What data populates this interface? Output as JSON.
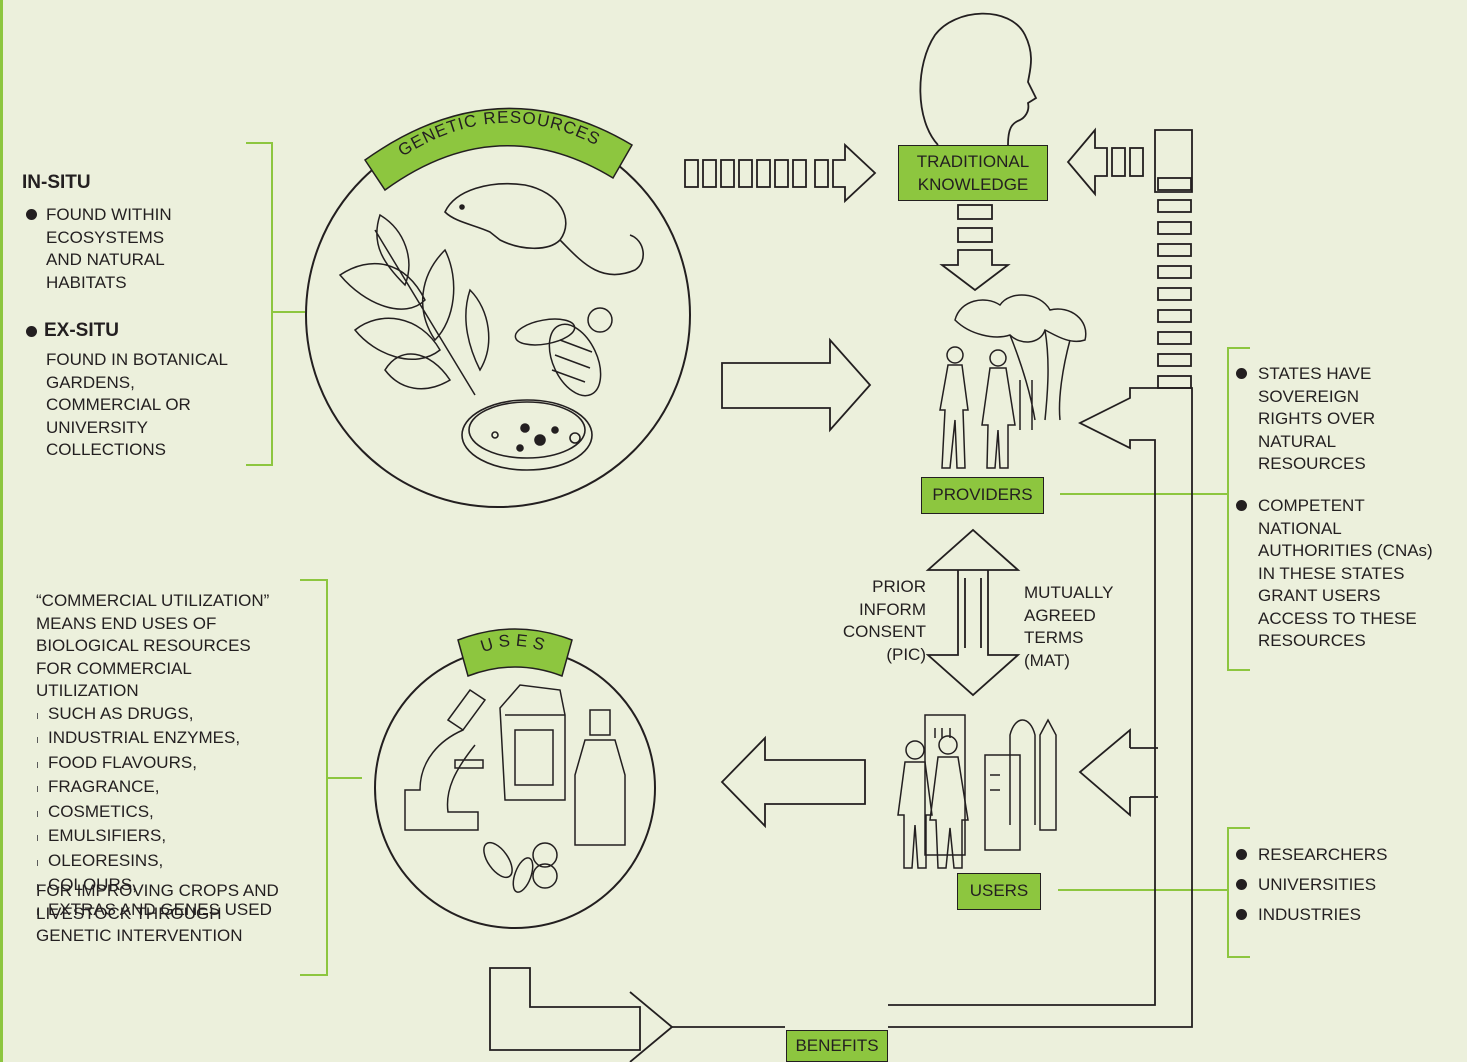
{
  "colors": {
    "background": "#ecf0dc",
    "accent": "#8dc63f",
    "ink": "#231f20"
  },
  "icons": [
    "mouse-icon",
    "leaf-icon",
    "bee-icon",
    "petri-dish-icon",
    "head-icon",
    "trees-icon",
    "people-icon",
    "microscope-icon",
    "carton-icon",
    "spray-bottle-icon",
    "pills-icon",
    "city-icon",
    "users-people-icon"
  ],
  "genetic_resources": {
    "label": "GENETIC RESOURCES"
  },
  "uses": {
    "label": "USES"
  },
  "traditional_knowledge": {
    "line1": "TRADITIONAL",
    "line2": "KNOWLEDGE"
  },
  "providers": {
    "label": "PROVIDERS"
  },
  "users": {
    "label": "USERS"
  },
  "benefits": {
    "label": "BENEFITS"
  },
  "in_situ": {
    "title": "IN-SITU",
    "lines": [
      "FOUND WITHIN",
      "ECOSYSTEMS",
      "AND NATURAL",
      "HABITATS"
    ]
  },
  "ex_situ": {
    "title": "EX-SITU",
    "lines": [
      "FOUND IN BOTANICAL",
      "GARDENS,",
      "COMMERCIAL OR",
      "UNIVERSITY",
      "COLLECTIONS"
    ]
  },
  "pic": {
    "lines": [
      "PRIOR",
      "INFORM",
      "CONSENT",
      "(PIC)"
    ]
  },
  "mat": {
    "lines": [
      "MUTUALLY",
      "AGREED",
      "TERMS",
      "(MAT)"
    ]
  },
  "providers_notes": [
    {
      "lines": [
        "STATES HAVE",
        "SOVEREIGN",
        "RIGHTS OVER",
        "NATURAL",
        "RESOURCES"
      ]
    },
    {
      "lines": [
        "COMPETENT",
        "NATIONAL",
        "AUTHORITIES (CNAs)",
        "IN THESE STATES",
        "GRANT USERS",
        "ACCESS TO THESE",
        "RESOURCES"
      ]
    }
  ],
  "users_notes": [
    "RESEARCHERS",
    "UNIVERSITIES",
    "INDUSTRIES"
  ],
  "commercial": {
    "intro": [
      "“COMMERCIAL UTILIZATION”",
      "MEANS END USES OF",
      "BIOLOGICAL RESOURCES",
      "FOR COMMERCIAL",
      "UTILIZATION"
    ],
    "items": [
      "SUCH AS DRUGS,",
      "INDUSTRIAL ENZYMES,",
      "FOOD FLAVOURS,",
      "FRAGRANCE,",
      "COSMETICS,",
      "EMULSIFIERS,",
      "OLEORESINS,",
      "COLOURS,",
      "EXTRAS AND GENES USED"
    ],
    "outro": [
      "FOR IMPROVING CROPS AND",
      "LIVESTOCK THROUGH",
      "GENETIC INTERVENTION"
    ]
  }
}
